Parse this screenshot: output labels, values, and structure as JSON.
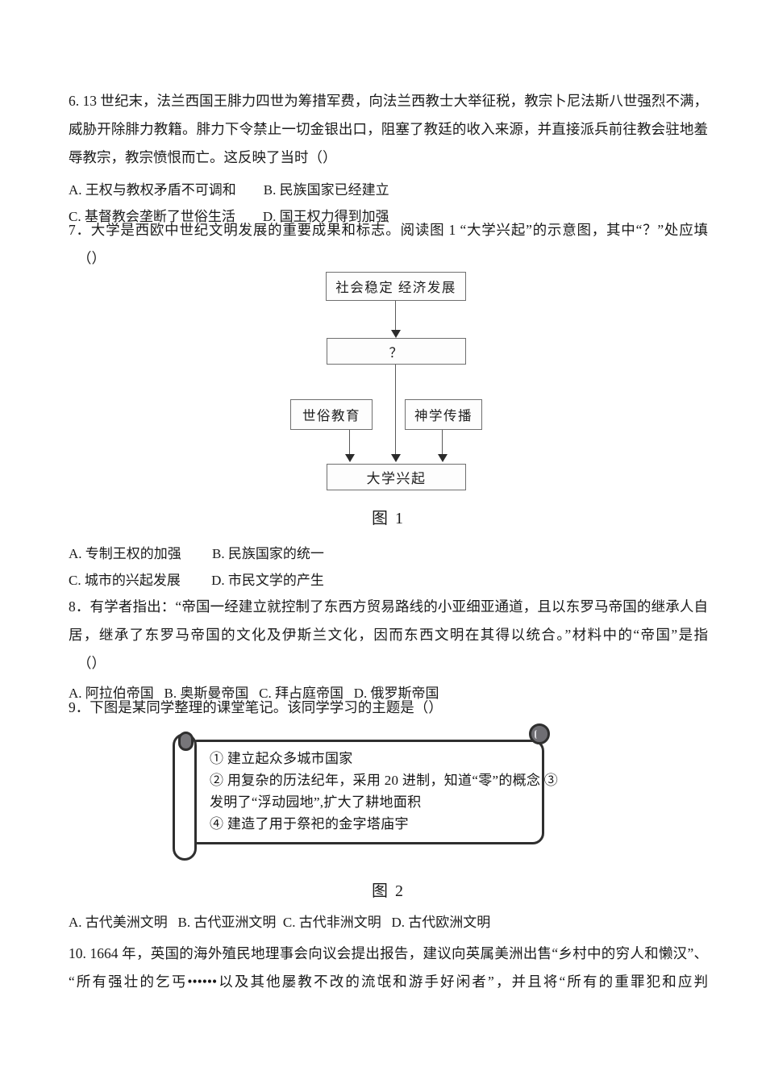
{
  "document": {
    "type": "exam-paper",
    "subject_hint": "历史",
    "page_background": "#ffffff",
    "text_color": "#1a1a1a"
  },
  "questions": [
    {
      "number": "6.",
      "stem_lines": [
        "6. 13 世纪末，法兰西国王腓力四世为筹措军费，向法兰西教士大举征税，教宗卜尼法斯八世强烈不满，",
        "威胁开除腓力教籍。腓力下令禁止一切金银出口，阻塞了教廷的收入来源，并直接派兵前往教会驻地羞",
        "辱教宗，教宗愤恨而亡。这反映了当时（）"
      ],
      "option_rows": [
        "A. 王权与教权矛盾不可调和        B. 民族国家已经建立",
        "C. 基督教会垄断了世俗生活        D. 国王权力得到加强"
      ]
    },
    {
      "number": "7.",
      "stem_lines": [
        "7．大学是西欧中世纪文明发展的重要成果和标志。阅读图 1 “大学兴起”的示意图，其中“？”处应填",
        "（）"
      ],
      "figure": {
        "caption": "图 1",
        "type": "flow-diagram",
        "boxes": {
          "top": "社会稳定  经济发展",
          "middle_unknown": "？",
          "left": "世俗教育",
          "right": "神学传播",
          "bottom": "大学兴起"
        }
      },
      "option_rows": [
        "A. 专制王权的加强         B. 民族国家的统一",
        "C. 城市的兴起发展         D. 市民文学的产生"
      ]
    },
    {
      "number": "8.",
      "stem_lines": [
        "8．有学者指出：“帝国一经建立就控制了东西方贸易路线的小亚细亚通道，且以东罗马帝国的继承人自",
        "居，继承了东罗马帝国的文化及伊斯兰文化，因而东西文明在其得以统合。”材料中的“帝国”是指",
        "（）"
      ],
      "option_rows": [
        "A. 阿拉伯帝国   B. 奥斯曼帝国   C. 拜占庭帝国   D. 俄罗斯帝国"
      ]
    },
    {
      "number": "9.",
      "stem_lines": [
        "9．下图是某同学整理的课堂笔记。该同学学习的主题是（）"
      ],
      "figure": {
        "caption": "图 2",
        "type": "scroll-note",
        "note_lines": [
          "① 建立起众多城市国家",
          "② 用复杂的历法纪年，采用 20 进制，知道“零”的概念 ③",
          "发明了“浮动园地”,扩大了耕地面积",
          "④ 建造了用于祭祀的金字塔庙宇"
        ]
      },
      "option_rows": [
        "A. 古代美洲文明   B. 古代亚洲文明  C. 古代非洲文明   D. 古代欧洲文明"
      ]
    },
    {
      "number": "10.",
      "stem_lines": [
        "10. 1664 年，英国的海外殖民地理事会向议会提出报告，建议向英属美洲出售“乡村中的穷人和懒汉”、",
        "“所有强壮的乞丐••••••以及其他屡教不改的流氓和游手好闲者”，并且将“所有的重罪犯和应判"
      ]
    }
  ]
}
